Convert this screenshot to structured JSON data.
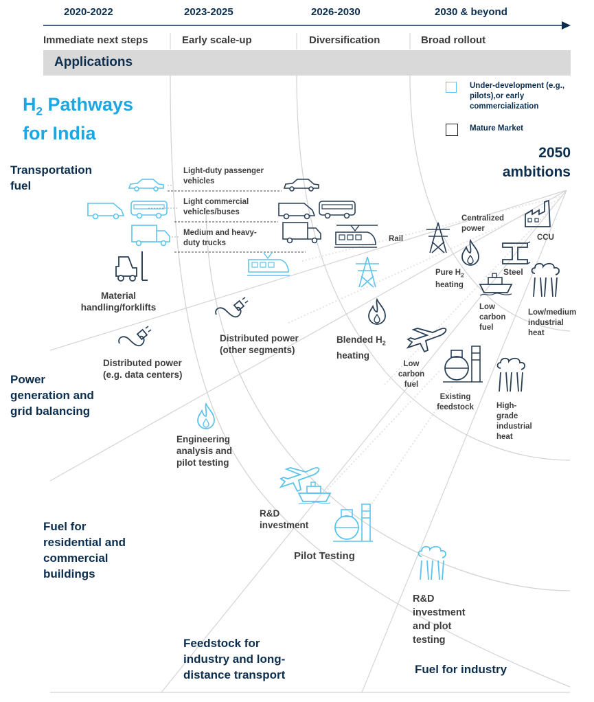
{
  "timeline": {
    "years": [
      "2020-2022",
      "2023-2025",
      "2026-2030",
      "2030 & beyond"
    ],
    "phases": [
      "Immediate next steps",
      "Early scale-up",
      "Diversification",
      "Broad rollout"
    ]
  },
  "applications_label": "Applications",
  "title": {
    "prefix": "H",
    "sub": "2",
    "suffix": " Pathways",
    "line2": "for India"
  },
  "legend": {
    "under_development": "Under-development (e.g., pilots),or early commercialization",
    "mature": "Mature Market"
  },
  "ambitions": {
    "line1": "2050",
    "line2": "ambitions"
  },
  "categories": {
    "transportation": [
      "Transportation",
      "fuel"
    ],
    "power": [
      "Power",
      "generation and",
      "grid balancing"
    ],
    "buildings": [
      "Fuel for",
      "residential and",
      "commercial",
      "buildings"
    ],
    "feedstock": [
      "Feedstock for",
      "industry and long-",
      "distance transport"
    ],
    "industry": [
      "Fuel for industry"
    ]
  },
  "labels": {
    "ldv": [
      "Light-duty passenger",
      "vehicles"
    ],
    "lcv": [
      "Light commercial",
      "vehicles/buses"
    ],
    "mhdt": [
      "Medium and heavy-",
      "duty trucks"
    ],
    "material": [
      "Material",
      "handling/forklifts"
    ],
    "dist_dc": [
      "Distributed power",
      "(e.g. data centers)"
    ],
    "dist_other": [
      "Distributed power",
      "(other segments)"
    ],
    "blended": [
      "Blended H",
      "2",
      "heating"
    ],
    "rail": "Rail",
    "centralized": [
      "Centralized",
      "power"
    ],
    "ccu": "CCU",
    "pure": [
      "Pure H",
      "2",
      "heating"
    ],
    "steel": "Steel",
    "lowcarbon1": [
      "Low",
      "carbon",
      "fuel"
    ],
    "lowmed": [
      "Low/medium",
      "industrial",
      "heat"
    ],
    "lowcarbon2": [
      "Low",
      "carbon",
      "fuel"
    ],
    "existing": [
      "Existing",
      "feedstock"
    ],
    "highgrade": [
      "High-",
      "grade",
      "industrial",
      "heat"
    ],
    "engineering": [
      "Engineering",
      "analysis and",
      "pilot testing"
    ],
    "rd1": [
      "R&D",
      "investment"
    ],
    "pilot": "Pilot Testing",
    "rd2": [
      "R&D",
      "investment",
      "and plot",
      "testing"
    ]
  },
  "colors": {
    "navy": "#0b2d4e",
    "cyan": "#1aa7e3",
    "light_icon": "#5bc3ec",
    "dark_icon": "#2a3f55",
    "grid": "#cfcfcf",
    "bar": "#d9d9d9"
  }
}
